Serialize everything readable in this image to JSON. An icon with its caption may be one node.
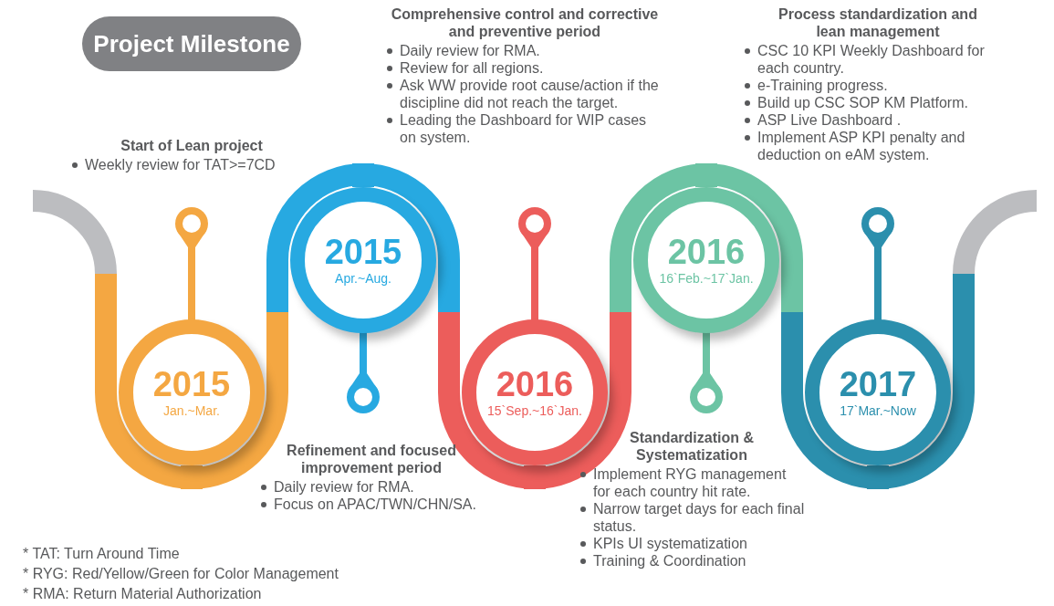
{
  "diagram": {
    "title": "Project Milestone",
    "nodes": [
      {
        "text": [
          "2015",
          "Jan.~Mar."
        ],
        "beside": [
          "Start of Lean project",
          "Weekly review for TAT>=7CD"
        ]
      },
      {
        "text": [
          "2015",
          "Apr.~Aug."
        ],
        "beside": [
          "Refinement and focused improvement period",
          "Daily review for RMA.",
          "Focus on APAC/TWN/CHN/SA."
        ]
      },
      {
        "text": [
          "2016",
          "15`Sep.~16`Jan."
        ],
        "beside": [
          "Comprehensive control and corrective and preventive period",
          "Daily review for RMA.",
          "Review for all regions.",
          "Ask WW provide root cause/action if the discipline did not reach the target.",
          "Leading the Dashboard for WIP cases on system."
        ]
      },
      {
        "text": [
          "2016",
          "16`Feb.~17`Jan."
        ],
        "beside": [
          "Standardization & Systematization",
          "Implement RYG management for each country hit rate.",
          "Narrow target days for each final status.",
          "KPIs UI systematization",
          "Training & Coordination"
        ]
      },
      {
        "text": [
          "2017",
          "17`Mar.~Now"
        ],
        "beside": [
          "Process standardization and lean management",
          "CSC 10 KPI Weekly Dashboard for each country.",
          "e-Training progress.",
          "Build up CSC SOP KM Platform.",
          "ASP Live Dashboard .",
          "Implement ASP KPI penalty and deduction on eAM system."
        ]
      }
    ],
    "edges": [
      {
        "from": null,
        "to": 0,
        "arrow": "none",
        "color": "#bcbdc0"
      },
      {
        "from": 0,
        "to": 1,
        "arrow": "none"
      },
      {
        "from": 1,
        "to": 2,
        "arrow": "none"
      },
      {
        "from": 2,
        "to": 3,
        "arrow": "none"
      },
      {
        "from": 3,
        "to": 4,
        "arrow": "none"
      },
      {
        "from": 4,
        "to": null,
        "arrow": "none",
        "color": "#bcbdc0"
      }
    ],
    "labels": [
      "* TAT: Turn Around Time",
      "* RYG: Red/Yellow/Green for Color Management",
      "* RMA: Return Material Authorization"
    ]
  }
}
